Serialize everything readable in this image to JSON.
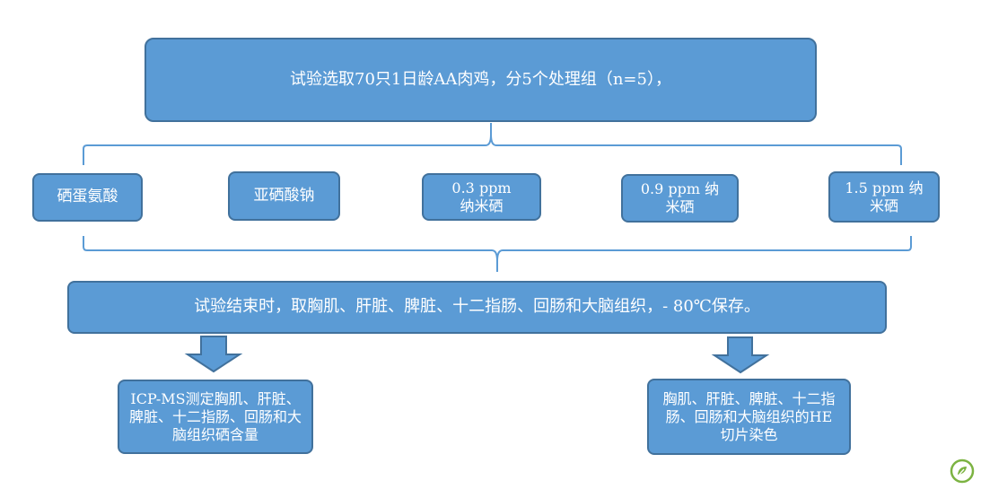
{
  "flowchart": {
    "top": "试验选取70只1日龄AA肉鸡，分5个处理组（n=5），",
    "groups": [
      "硒蛋氨酸",
      "亚硒酸钠",
      "0.3 ppm 纳米硒",
      "0.9 ppm 纳米硒",
      "1.5 ppm 纳米硒"
    ],
    "sampling": "试验结束时，取胸肌、肝脏、脾脏、十二指肠、回肠和大脑组织，- 80℃保存。",
    "left_output": "ICP-MS测定胸肌、肝脏、脾脏、十二指肠、回肠和大脑组织硒含量",
    "right_output": "胸肌、肝脏、脾脏、十二指肠、回肠和大脑组织的HE切片染色"
  },
  "colors": {
    "box_fill": "#5b9bd5",
    "box_border": "#41719c",
    "text": "#ffffff",
    "brace": "#5b9bd5",
    "logo": "#7cb342"
  },
  "icons": [
    "down-arrow-icon",
    "leaf-logo-icon"
  ]
}
